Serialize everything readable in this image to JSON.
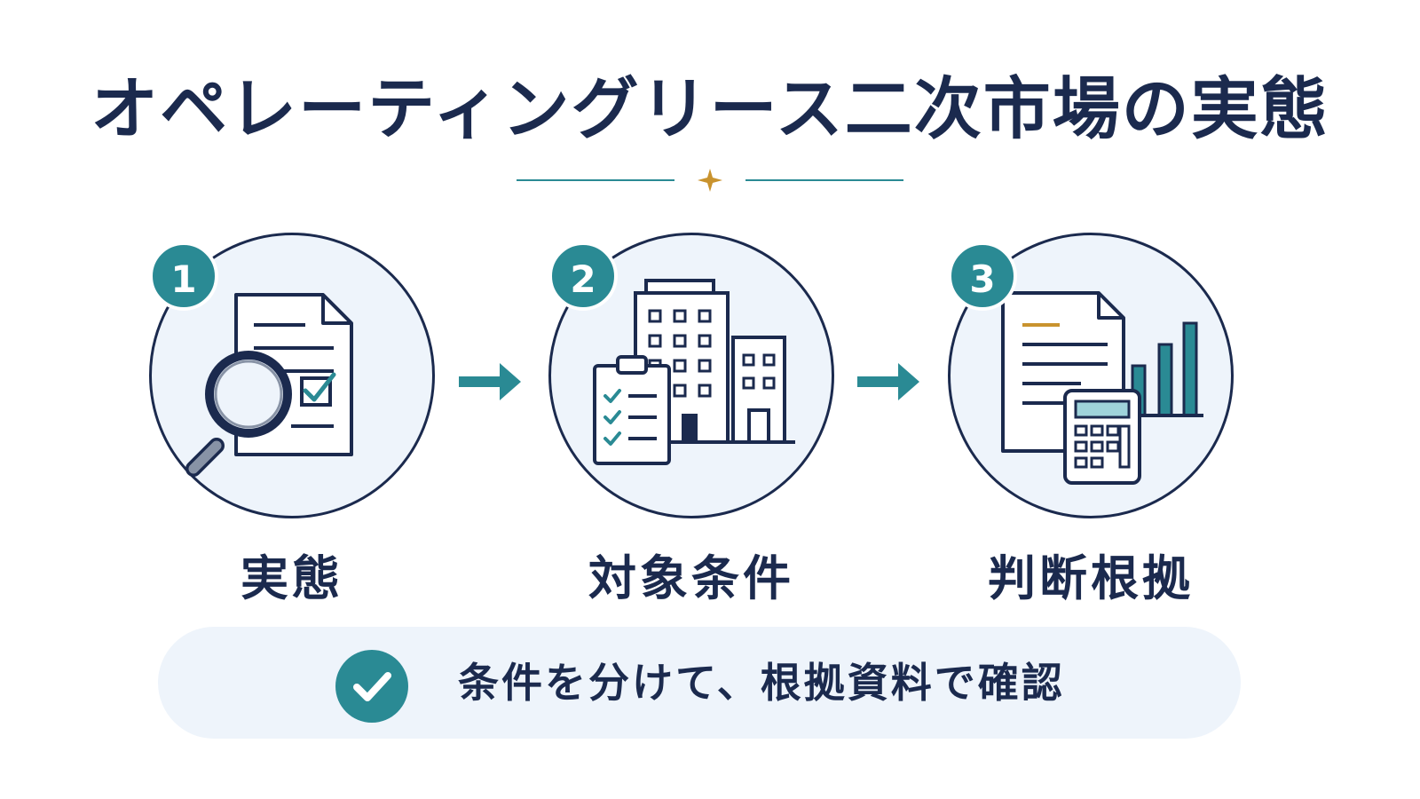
{
  "title": "オペレーティングリース二次市場の実態",
  "steps": [
    {
      "number": "1",
      "label": "実態"
    },
    {
      "number": "2",
      "label": "対象条件"
    },
    {
      "number": "3",
      "label": "判断根拠"
    }
  ],
  "banner": {
    "text": "条件を分けて、根拠資料で確認"
  },
  "colors": {
    "navy": "#1b2a4e",
    "teal": "#2a8a94",
    "gold": "#c9932e",
    "pale": "#eef4fb"
  }
}
